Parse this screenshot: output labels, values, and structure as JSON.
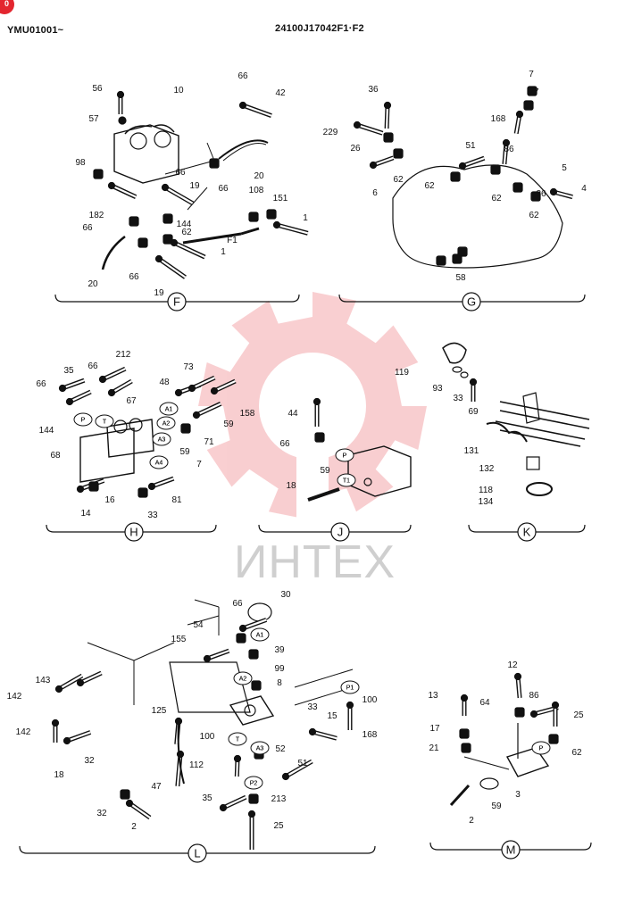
{
  "header": {
    "left_code": "YMU01001~",
    "center_code": "24100J17042F1·F2",
    "corner_badge": "0"
  },
  "watermark": {
    "text": "ИНТЕХ",
    "gear_color": "#e3262f"
  },
  "sections": [
    {
      "id": "F",
      "labels": [
        "56",
        "10",
        "66",
        "42",
        "57",
        "98",
        "66",
        "20",
        "19",
        "66",
        "182",
        "108",
        "151",
        "66",
        "144",
        "1",
        "62",
        "F1",
        "20",
        "1",
        "66",
        "19"
      ]
    },
    {
      "id": "G",
      "labels": [
        "7",
        "36",
        "27",
        "168",
        "229",
        "26",
        "51",
        "86",
        "5",
        "6",
        "62",
        "62",
        "36",
        "4",
        "62",
        "62",
        "58"
      ]
    },
    {
      "id": "H",
      "labels": [
        "212",
        "35",
        "66",
        "73",
        "66",
        "48",
        "67",
        "158",
        "144",
        "P",
        "T",
        "A1",
        "59",
        "A2",
        "71",
        "68",
        "A3",
        "59",
        "A4",
        "7",
        "14",
        "16",
        "33",
        "81"
      ]
    },
    {
      "id": "J",
      "labels": [
        "44",
        "66",
        "P",
        "59",
        "18",
        "T1"
      ]
    },
    {
      "id": "K",
      "labels": [
        "119",
        "93",
        "33",
        "69",
        "131",
        "132",
        "118",
        "134"
      ]
    },
    {
      "id": "L",
      "labels": [
        "30",
        "66",
        "54",
        "A1",
        "155",
        "39",
        "99",
        "A2",
        "143",
        "142",
        "8",
        "P1",
        "100",
        "142",
        "125",
        "33",
        "15",
        "168",
        "32",
        "100",
        "T",
        "A3",
        "52",
        "51",
        "18",
        "112",
        "47",
        "P2",
        "213",
        "35",
        "32",
        "2",
        "25"
      ]
    },
    {
      "id": "M",
      "labels": [
        "12",
        "13",
        "86",
        "64",
        "25",
        "17",
        "P",
        "21",
        "62",
        "59",
        "3",
        "2"
      ]
    }
  ]
}
